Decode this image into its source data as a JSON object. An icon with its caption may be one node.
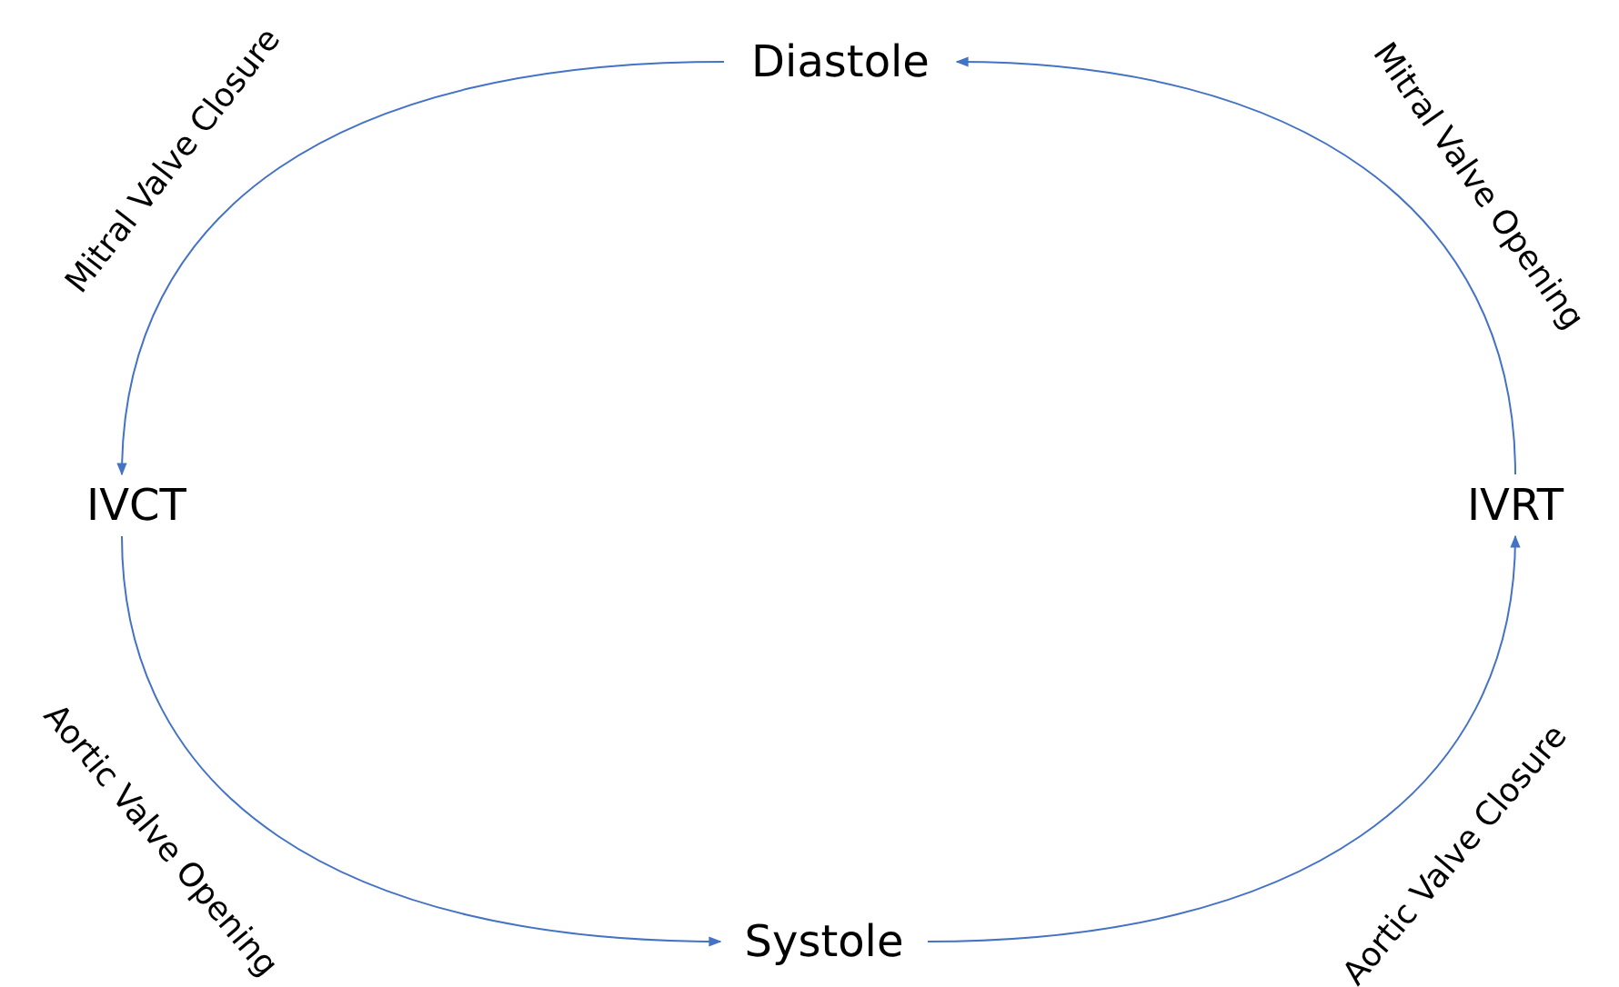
{
  "diagram": {
    "nodes": [
      {
        "text": [
          "Diastole"
        ]
      },
      {
        "text": [
          "IVCT"
        ]
      },
      {
        "text": [
          "Systole"
        ]
      },
      {
        "text": [
          "IVRT"
        ]
      }
    ],
    "edges": [
      {
        "from": 0,
        "to": 1,
        "arrow": "to",
        "label": "Mitral Valve Closure"
      },
      {
        "from": 1,
        "to": 2,
        "arrow": "to",
        "label": "Aortic Valve Opening"
      },
      {
        "from": 2,
        "to": 3,
        "arrow": "to",
        "label": "Aortic Valve Closure"
      },
      {
        "from": 3,
        "to": 0,
        "arrow": "to",
        "label": "Mitral Valve Opening"
      }
    ]
  }
}
